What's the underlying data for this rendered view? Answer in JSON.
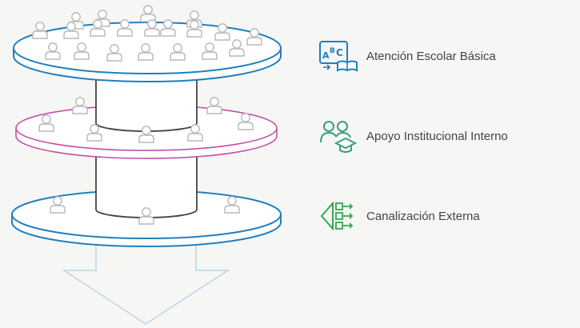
{
  "legend": [
    {
      "label": "Atención Escolar Básica",
      "color": "#1f7fc0",
      "icon": "abc-book-icon"
    },
    {
      "label": "Apoyo Institucional Interno",
      "color": "#3aa07a",
      "icon": "people-graduation-icon"
    },
    {
      "label": "Canalización Externa",
      "color": "#34a852",
      "icon": "referral-arrows-icon"
    }
  ],
  "layers": [
    {
      "name": "Atención Escolar Básica",
      "color": "#1f7fc0"
    },
    {
      "name": "Apoyo Institucional Interno",
      "color": "#c44fa6"
    },
    {
      "name": "Canalización Externa",
      "color": "#1f7fc0"
    }
  ],
  "colors": {
    "person": "#b8b8b8",
    "column": "#444444",
    "arrow": "#b7d6ea"
  }
}
